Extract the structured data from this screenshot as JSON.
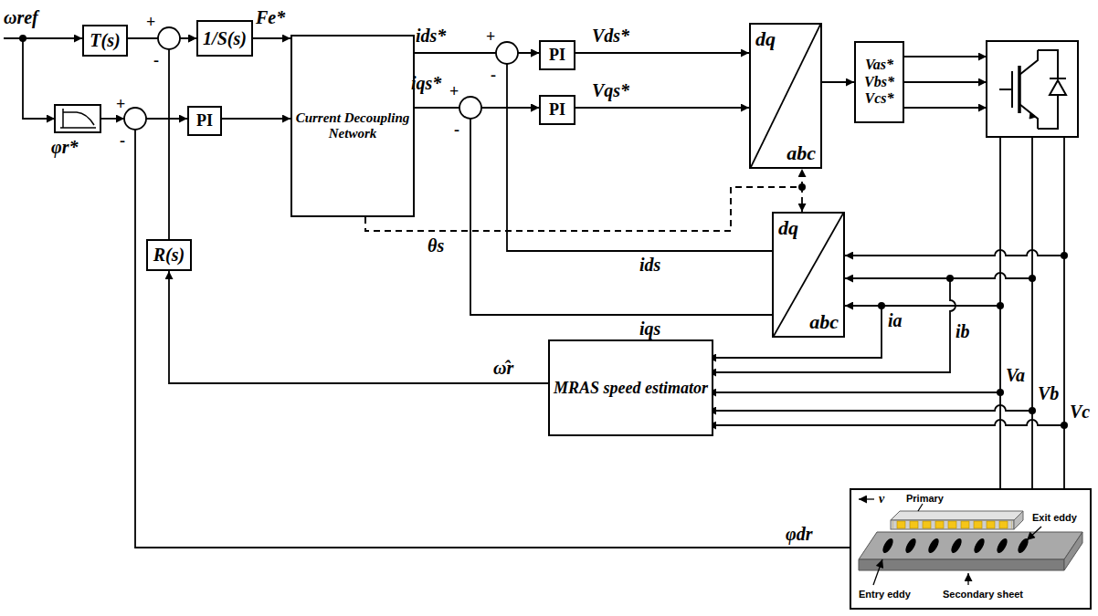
{
  "diagram": {
    "nodes": [
      {
        "text": [
          "T(s)"
        ]
      },
      {
        "text": [
          "1/S(s)"
        ]
      },
      {
        "text": [
          "Current Decoupling Network"
        ]
      },
      {
        "text": [
          "PI"
        ]
      },
      {
        "text": [
          "dq",
          "abc"
        ]
      },
      {
        "text": [
          "Vas*",
          "Vbs*",
          "Vcs*"
        ]
      },
      {
        "text": [
          "PI"
        ]
      },
      {
        "text": [
          "PI"
        ]
      },
      {
        "text": [
          "dq",
          "abc"
        ]
      },
      {
        "text": [
          "R(s)"
        ]
      },
      {
        "text": [
          "MRAS speed estimator"
        ]
      },
      {
        "text": [
          "v",
          "Primary",
          "Exit eddy",
          "Entry eddy",
          "Secondary sheet"
        ]
      }
    ],
    "edges": [
      {
        "from": 0,
        "to": 1,
        "arrow": "to"
      },
      {
        "from": 1,
        "to": 2,
        "arrow": "to"
      },
      {
        "from": 6,
        "to": 2,
        "arrow": "to"
      },
      {
        "from": 2,
        "to": 3,
        "arrow": "to"
      },
      {
        "from": 2,
        "to": 7,
        "arrow": "to"
      },
      {
        "from": 3,
        "to": 4,
        "arrow": "to"
      },
      {
        "from": 7,
        "to": 4,
        "arrow": "to"
      },
      {
        "from": 4,
        "to": 5,
        "arrow": "to"
      },
      {
        "from": 2,
        "to": 4,
        "arrow": "to"
      },
      {
        "from": 2,
        "to": 8,
        "arrow": "to"
      },
      {
        "from": 8,
        "to": 3,
        "arrow": "to"
      },
      {
        "from": 8,
        "to": 7,
        "arrow": "to"
      },
      {
        "from": 10,
        "to": 9,
        "arrow": "to"
      },
      {
        "from": 9,
        "to": 1,
        "arrow": "to"
      },
      {
        "from": 11,
        "to": 6,
        "arrow": "to"
      }
    ],
    "labels": [
      "ωref",
      "+",
      "-",
      "Fe*",
      "φr*",
      "+",
      "-",
      "ids*",
      "+",
      "-",
      "iqs*",
      "+",
      "-",
      "Vds*",
      "Vqs*",
      "θs",
      "ids",
      "iqs",
      "ia",
      "ib",
      "ω̂r",
      "Va",
      "Vb",
      "Vc",
      "φdr"
    ]
  }
}
